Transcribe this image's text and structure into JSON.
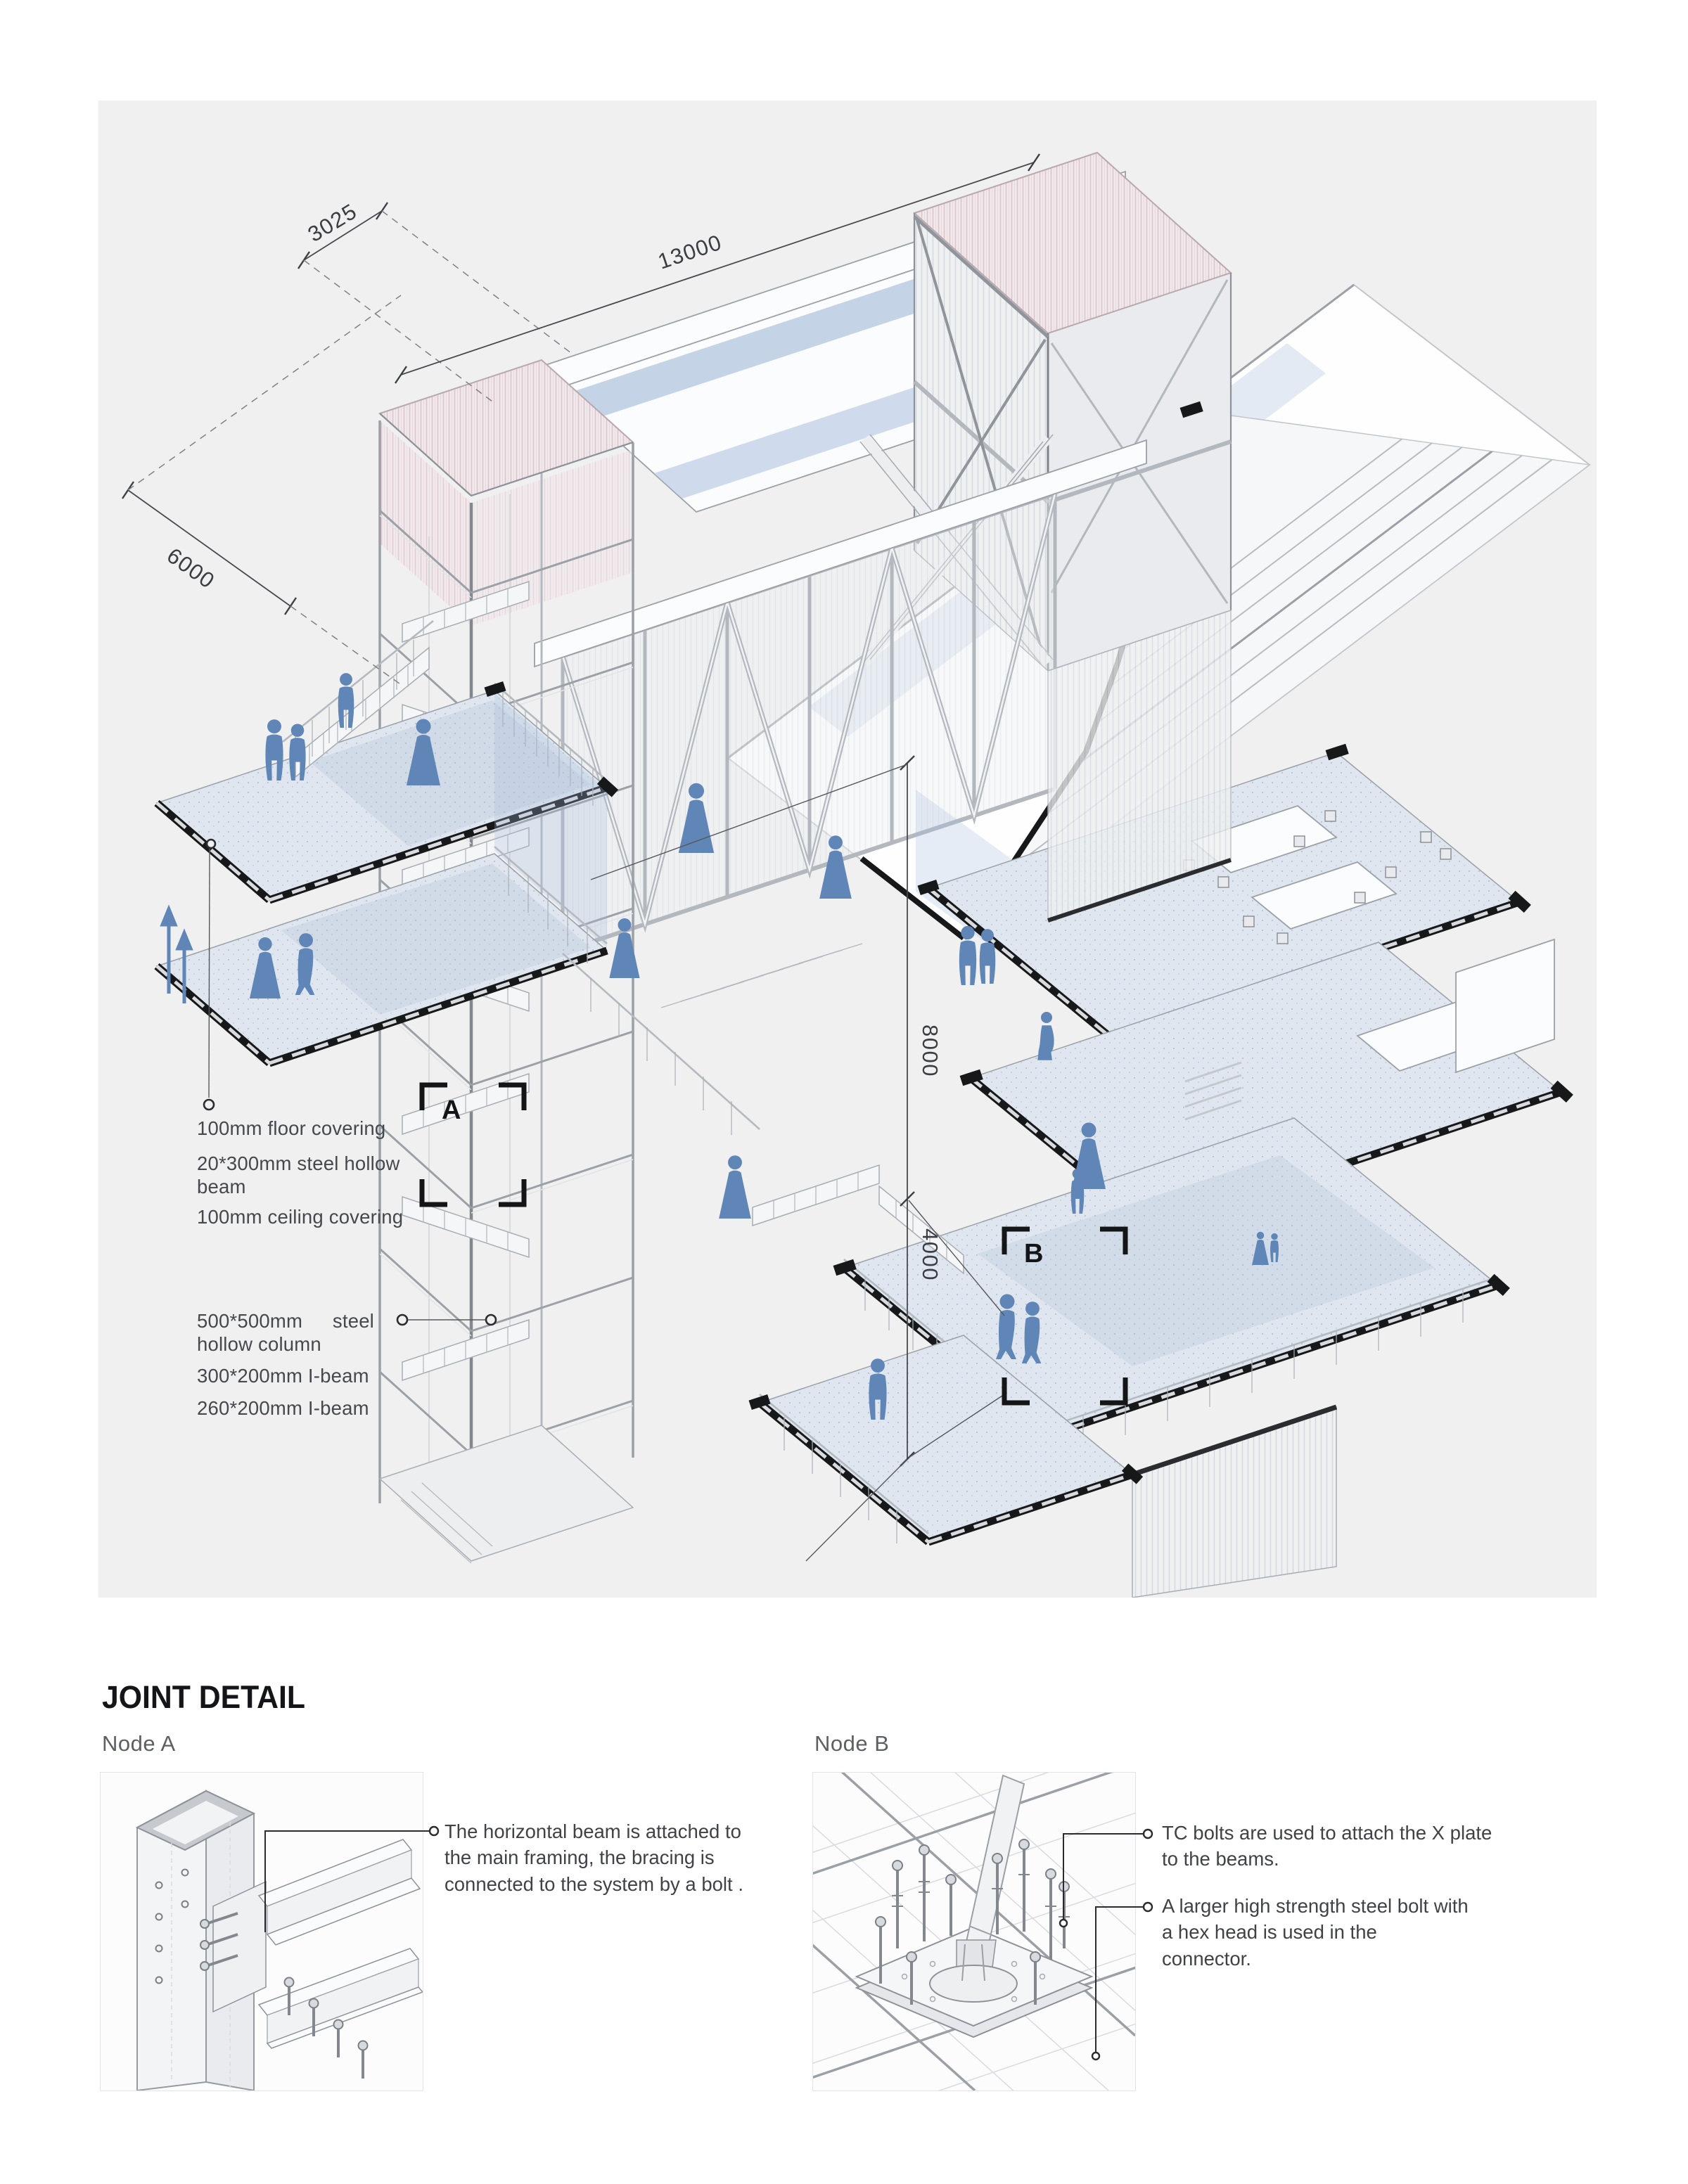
{
  "panel": {
    "background": "#f0f0f1"
  },
  "drawing": {
    "dimensions": {
      "d3025": "3025",
      "d13000": "13000",
      "d6000": "6000",
      "d8000": "8000",
      "d4000": "4000"
    },
    "nodes": {
      "a": "A",
      "b": "B"
    },
    "annotations": {
      "floor_covering": "100mm floor covering",
      "hollow_beam": "20*300mm steel hollow beam",
      "ceiling_covering": "100mm ceiling covering",
      "hollow_column": "500*500mm steel hollow column",
      "ibeam_300": "300*200mm I-beam",
      "ibeam_260": "260*200mm I-beam"
    }
  },
  "joint_detail": {
    "title": "JOINT DETAIL",
    "node_a": {
      "label": "Node A",
      "note": "The horizontal beam is attached to the main framing, the bracing is connected to the system by a bolt ."
    },
    "node_b": {
      "label": "Node B",
      "note_1": "TC bolts are used to attach the X plate to the beams.",
      "note_2": "A larger high strength steel bolt with a hex head is used in the connector."
    }
  },
  "colors": {
    "figure_blue": "#5f86b7",
    "panel_bg": "#f0f0f1",
    "accent_black": "#17181a"
  }
}
